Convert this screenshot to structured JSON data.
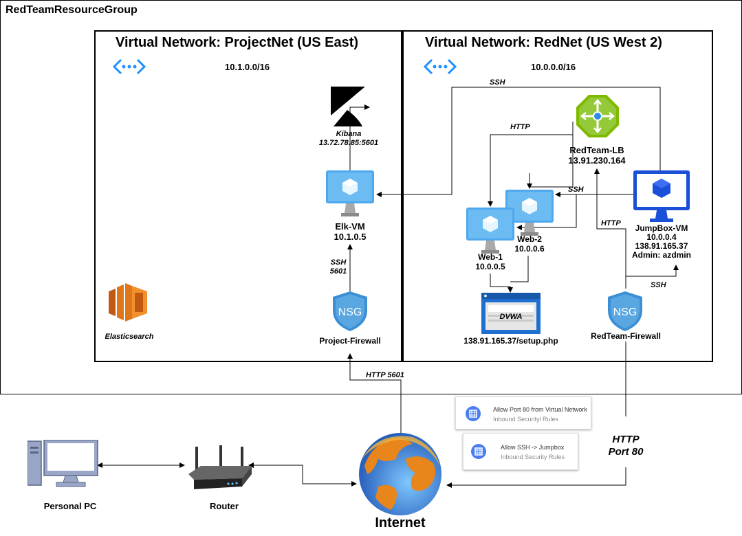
{
  "resource_group": {
    "title": "RedTeamResourceGroup"
  },
  "vnets": {
    "project": {
      "title": "Virtual Network: ProjectNet (US East)",
      "cidr": "10.1.0.0/16"
    },
    "red": {
      "title": "Virtual Network: RedNet (US West 2)",
      "cidr": "10.0.0.0/16"
    }
  },
  "nodes": {
    "kibana": {
      "name": "Kibana",
      "address": "13.72.78.85:5601"
    },
    "elk": {
      "name": "Elk-VM",
      "ip": "10.1.0.5"
    },
    "elasticsearch": {
      "name": "Elasticsearch"
    },
    "project_fw": {
      "name": "Project-Firewall",
      "badge": "NSG"
    },
    "lb": {
      "name": "RedTeam-LB",
      "ip": "13.91.230.164"
    },
    "web1": {
      "name": "Web-1",
      "ip": "10.0.0.5"
    },
    "web2": {
      "name": "Web-2",
      "ip": "10.0.0.6"
    },
    "jumpbox": {
      "name": "JumpBox-VM",
      "ip": "10.0.0.4",
      "public_ip": "138.91.165.37",
      "admin": "Admin: azdmin"
    },
    "dvwa": {
      "name": "DVWA",
      "url": "138.91.165.37/setup.php"
    },
    "redteam_fw": {
      "name": "RedTeam-Firewall",
      "badge": "NSG"
    },
    "pc": {
      "name": "Personal PC"
    },
    "router": {
      "name": "Router"
    },
    "internet": {
      "name": "Internet"
    }
  },
  "edge_labels": {
    "ssh_top": "SSH",
    "http_lb": "HTTP",
    "ssh_web2": "SSH",
    "http_fw": "HTTP",
    "ssh_elk": "SSH",
    "port_5601": "5601",
    "ssh_jump": "SSH",
    "http_5601": "HTTP 5601",
    "http_internet": "HTTP",
    "port_80": "Port 80"
  },
  "rules": [
    {
      "title": "Allow Port 80 from Virtual Network",
      "subtitle": "Inbound Securityl Rules"
    },
    {
      "title": "Allow SSH -> Jumpbox",
      "subtitle": "Inbound Security Rules"
    }
  ],
  "colors": {
    "azure_blue": "#1e90ff",
    "vm_light": "#5fb8f0",
    "jump_blue": "#1a4fd8",
    "lb_green": "#7fba00",
    "nsg_blue": "#3c8fd4",
    "aws_orange": "#e0761a",
    "rule_icon": "#4a7ef0"
  },
  "icons": {
    "vnet": "vnet-icon",
    "kibana": "kibana-icon",
    "vm": "vm-icon",
    "lb": "load-balancer-icon",
    "nsg": "nsg-shield-icon",
    "aws": "elasticsearch-icon",
    "pc": "computer-icon",
    "router": "router-icon",
    "globe": "globe-icon",
    "web_app": "web-app-icon"
  }
}
